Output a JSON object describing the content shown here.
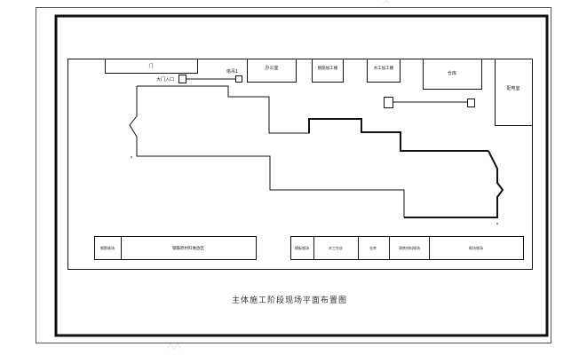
{
  "drawing": {
    "caption": "主体施工阶段现场平面布置图",
    "labels": {
      "top_left_building": "门",
      "gate_note": "大门入口",
      "tower_crane_1": "塔吊1",
      "office": "办公室",
      "steel_shed": "钢筋加工棚",
      "wood_shed": "木工加工棚",
      "warehouse": "仓库",
      "right_building": "配电室",
      "bottom_left_small": "钢筋堆场",
      "bottom_left_wide": "钢筋原材料堆放区",
      "bottom_r1": "模板堆场",
      "bottom_r2": "木工作业",
      "bottom_r3": "仓库",
      "bottom_r4": "周转材料堆场",
      "bottom_r5": "砌块堆场"
    }
  }
}
